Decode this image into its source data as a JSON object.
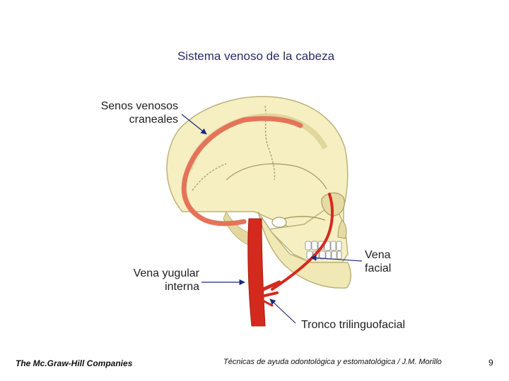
{
  "slide": {
    "title": "Sistema venoso de la cabeza",
    "labels": {
      "senos_line1": "Senos venosos",
      "senos_line2": "craneales",
      "vena_facial_line1": "Vena",
      "vena_facial_line2": "facial",
      "yugular_line1": "Vena yugular",
      "yugular_line2": "interna",
      "tronco": "Tronco trilinguofacial"
    },
    "footer": {
      "publisher": "The Mc.Graw-Hill Companies",
      "course": "Técnicas de ayuda odontológica y estomatológica / J.M. Morillo",
      "page_number": "9"
    },
    "colors": {
      "bone": "#f5efc2",
      "bone_shadow": "#e3d9a0",
      "vein": "#d42a1e",
      "sinus": "#e5735a",
      "arrow": "#1c2a7a"
    }
  }
}
